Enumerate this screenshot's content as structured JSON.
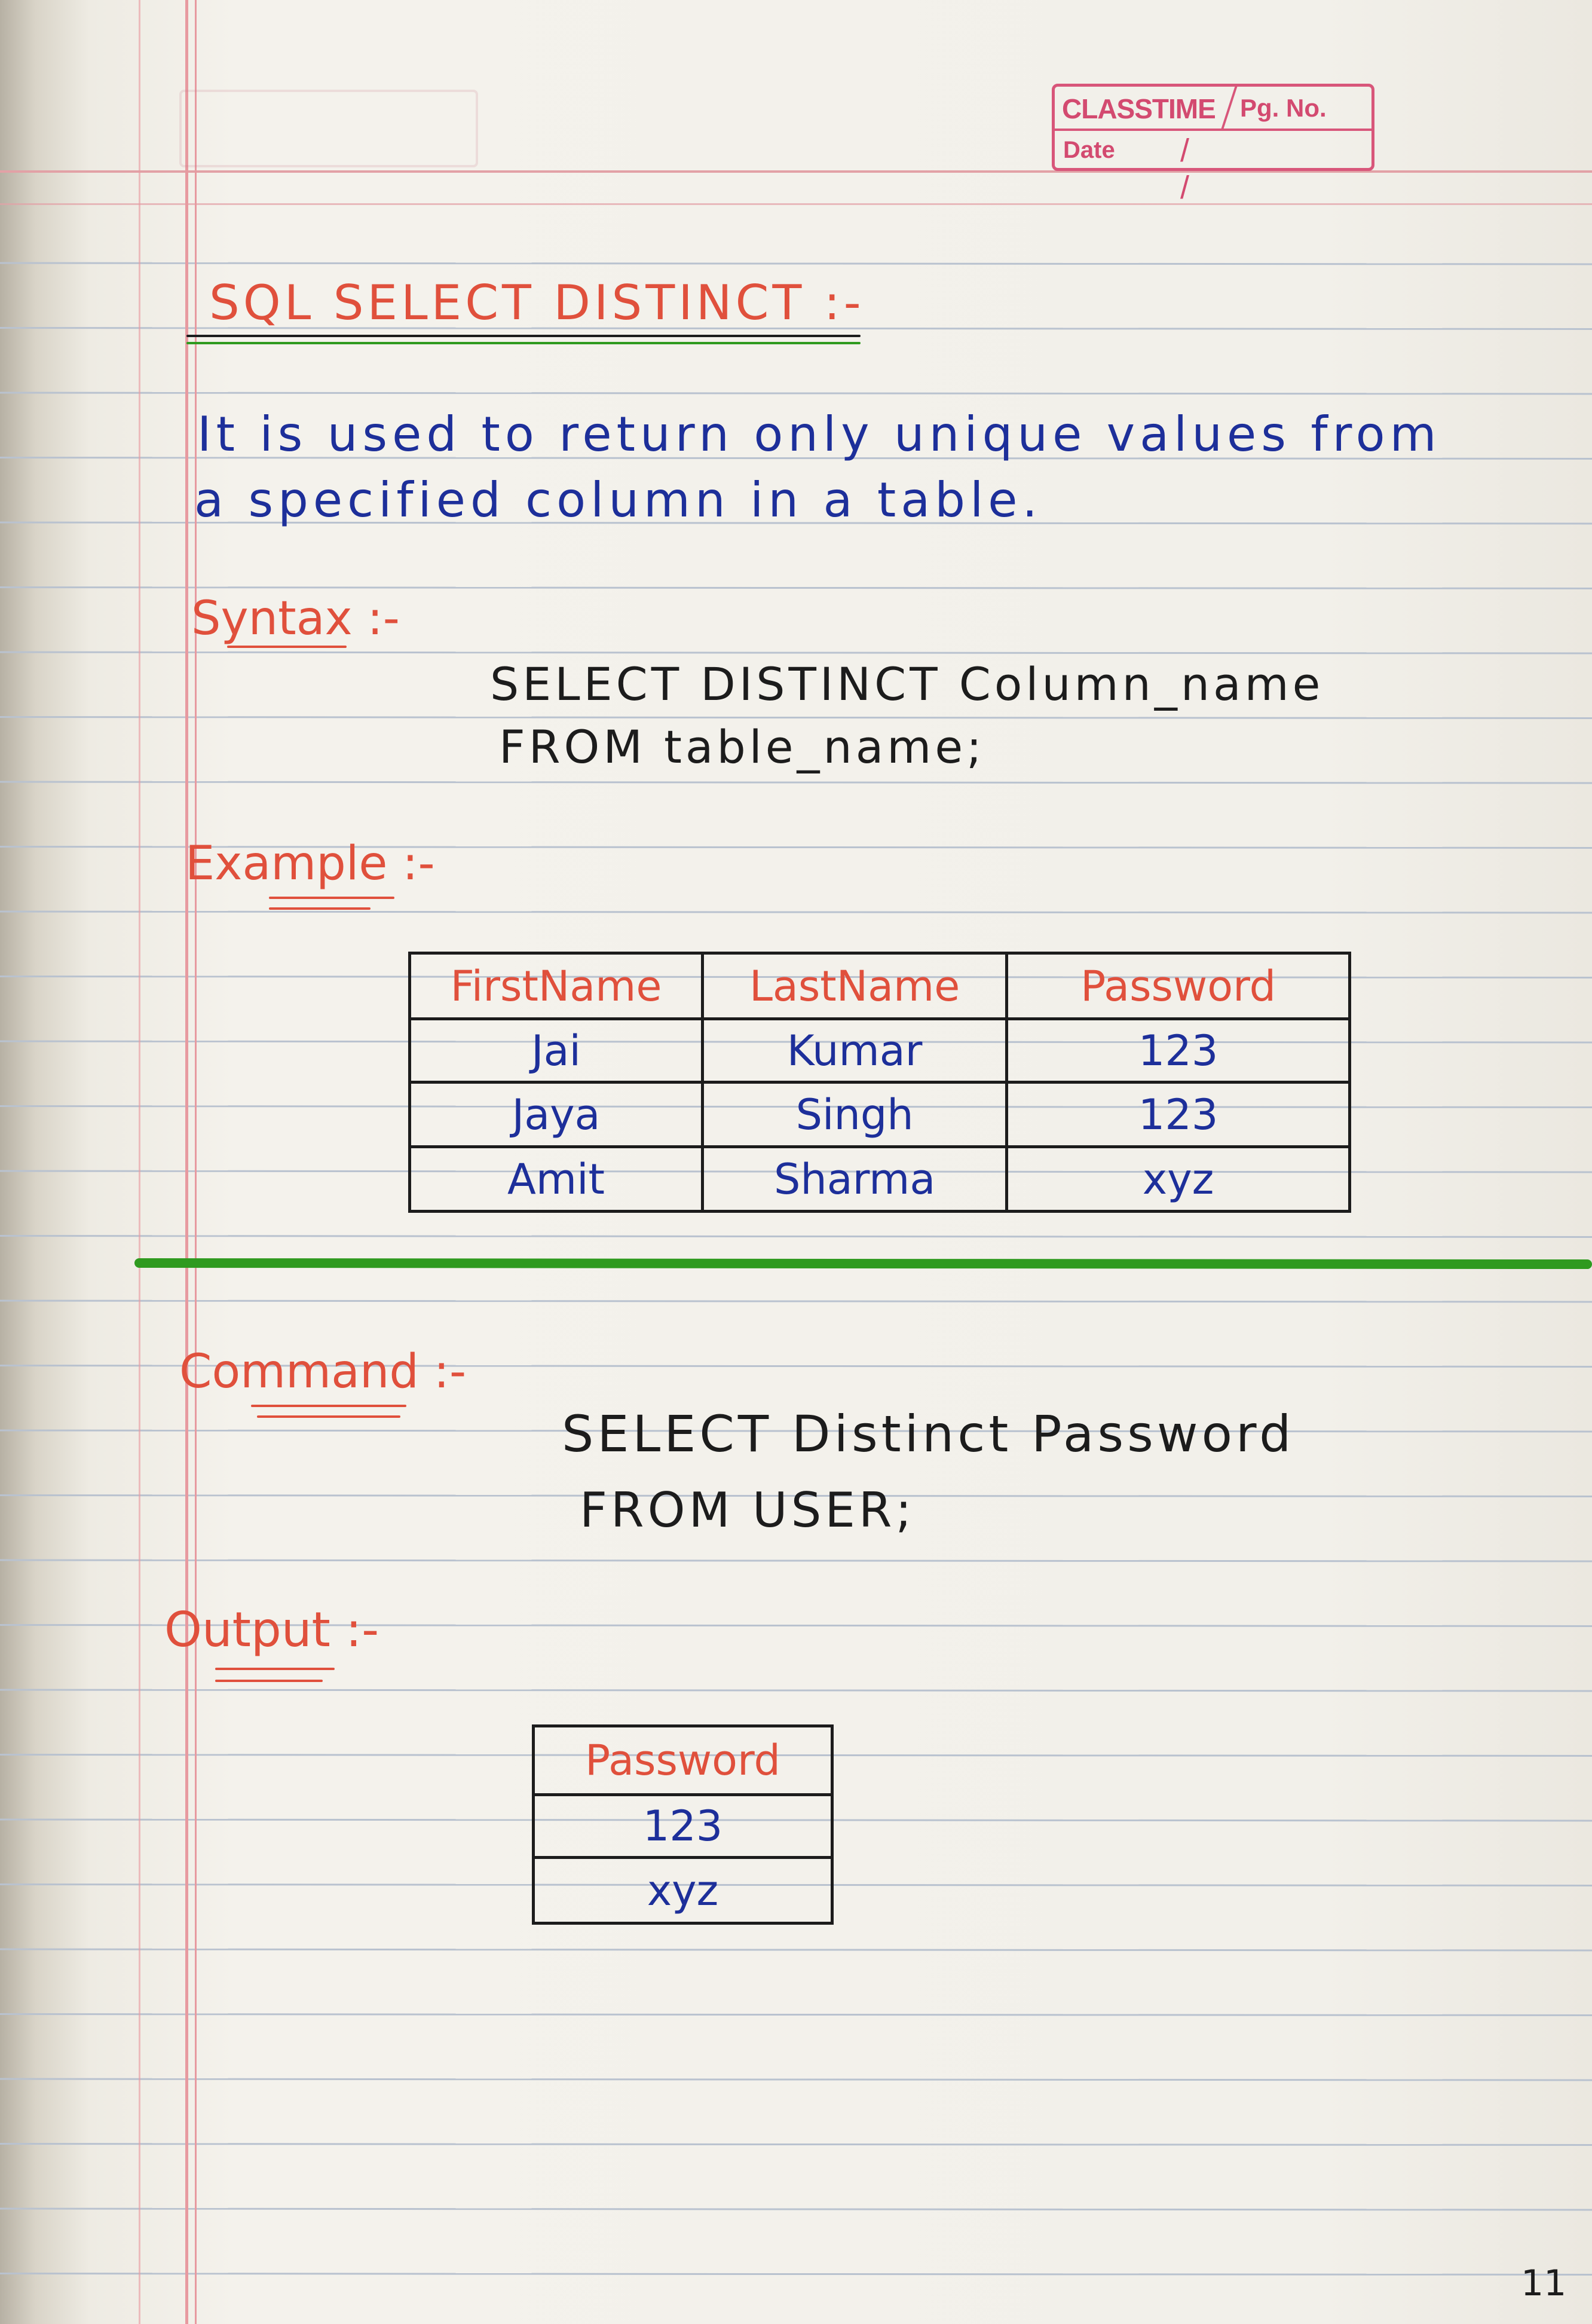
{
  "header_stamp": {
    "brand": "CLASSTIME",
    "page_no_label": "Pg. No.",
    "date_label": "Date",
    "date_slashes": "/ /"
  },
  "title": "SQL SELECT DISTINCT :-",
  "description": {
    "line1": "It is used to return only unique values from",
    "line2": "a specified column in a table."
  },
  "syntax": {
    "label": "Syntax :-",
    "line1": "SELECT DISTINCT Column_name",
    "line2": "FROM table_name;"
  },
  "example": {
    "label": "Example :-",
    "columns": [
      "FirstName",
      "LastName",
      "Password"
    ],
    "rows": [
      [
        "Jai",
        "Kumar",
        "123"
      ],
      [
        "Jaya",
        "Singh",
        "123"
      ],
      [
        "Amit",
        "Sharma",
        "xyz"
      ]
    ]
  },
  "command": {
    "label": "Command :-",
    "line1": "SELECT Distinct Password",
    "line2": "FROM USER;"
  },
  "output": {
    "label": "Output :-",
    "column": "Password",
    "rows": [
      "123",
      "xyz"
    ]
  },
  "page_number": "11",
  "colors": {
    "red_ink": "#e0503c",
    "blue_ink": "#1d2f9a",
    "black_ink": "#1c1c1c",
    "green_marker": "#2f9a1f",
    "margin_red": "#e79aa0",
    "rule_blue": "#b9c2cf"
  }
}
